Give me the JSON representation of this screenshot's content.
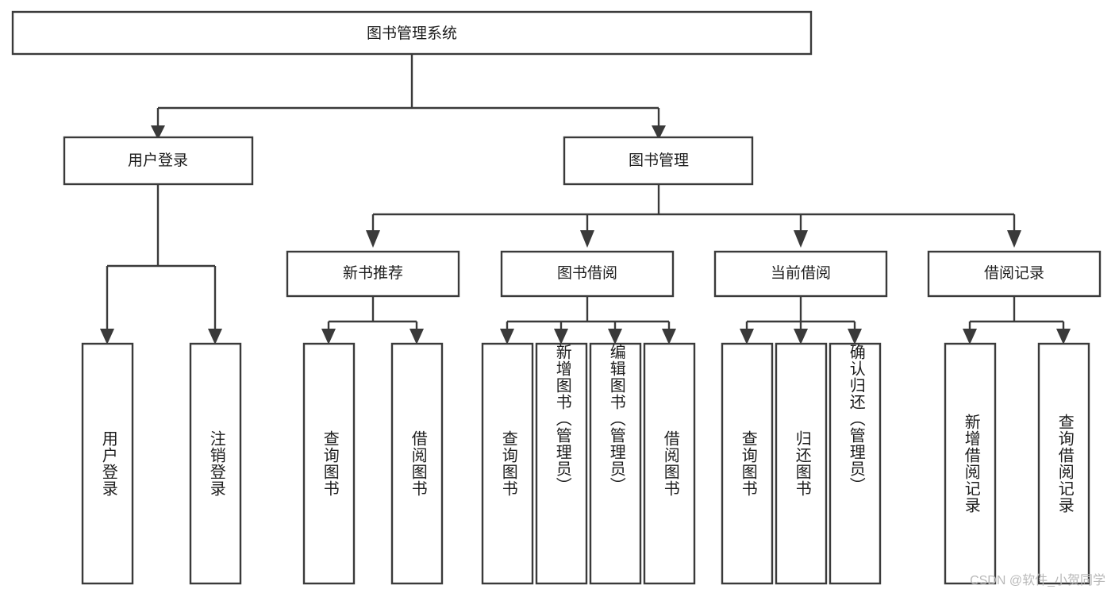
{
  "diagram": {
    "title": "图书管理系统",
    "type": "tree",
    "orientation": "top-down",
    "colors": {
      "box_stroke": "#3a3a3a",
      "box_fill": "#ffffff",
      "connector": "#3a3a3a",
      "text": "#1d1d1d",
      "background": "#ffffff",
      "watermark": "#b9b9b9"
    },
    "root": {
      "label": "图书管理系统"
    },
    "level2": [
      {
        "label": "用户登录"
      },
      {
        "label": "图书管理"
      }
    ],
    "level3": [
      {
        "label": "新书推荐"
      },
      {
        "label": "图书借阅"
      },
      {
        "label": "当前借阅"
      },
      {
        "label": "借阅记录"
      }
    ],
    "leaves": {
      "user_login": [
        {
          "label": "用户登录"
        },
        {
          "label": "注销登录"
        }
      ],
      "new_book_recommend": [
        {
          "label": "查询图书"
        },
        {
          "label": "借阅图书"
        }
      ],
      "book_borrow": [
        {
          "label": "查询图书"
        },
        {
          "label": "新增图书（管理员）"
        },
        {
          "label": "编辑图书（管理员）"
        },
        {
          "label": "借阅图书"
        }
      ],
      "current_borrow": [
        {
          "label": "查询图书"
        },
        {
          "label": "归还图书"
        },
        {
          "label": "确认归还（管理员）"
        }
      ],
      "borrow_record": [
        {
          "label": "新增借阅记录"
        },
        {
          "label": "查询借阅记录"
        }
      ]
    }
  },
  "watermark": {
    "text": "CSDN @软件_小贺同学"
  }
}
